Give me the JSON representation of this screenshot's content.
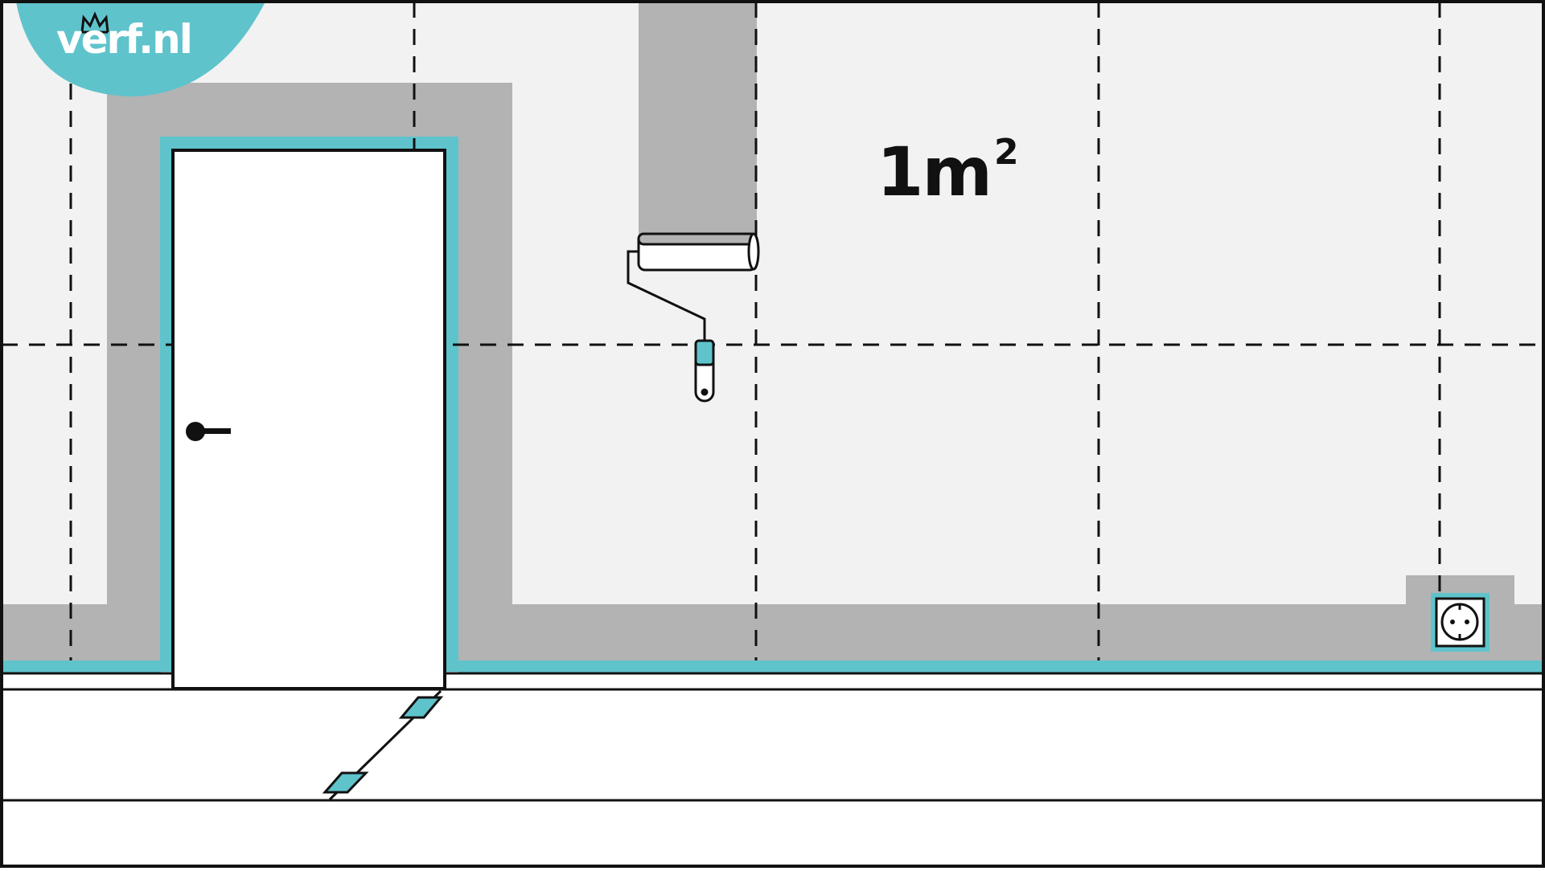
{
  "logo": {
    "text": "verf.nl",
    "crown_icon": "crown-icon"
  },
  "area_label": {
    "value": "1m",
    "exponent": "2"
  },
  "colors": {
    "wall": "#f2f2f2",
    "masked_unpainted": "#b3b3b3",
    "tape": "#5fc3cc",
    "outline": "#111111",
    "door": "#ffffff",
    "floor": "#ffffff",
    "logo_background": "#5fc3cc"
  },
  "icons": [
    "paint-roller-icon",
    "power-outlet-icon",
    "door-handle-icon",
    "tape-roll-icon",
    "crown-icon"
  ]
}
